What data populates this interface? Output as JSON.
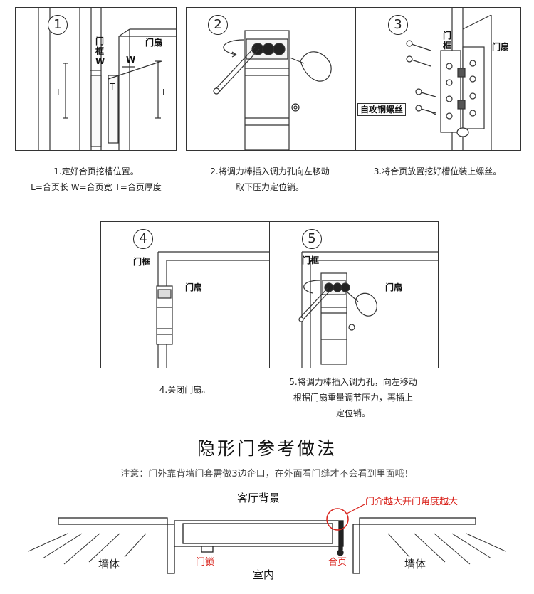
{
  "steps": [
    {
      "num": "1",
      "caption_lines": [
        "1.定好合页挖槽位置。",
        "L=合页长  W=合页宽  T=合页厚度"
      ],
      "labels": {
        "frame": "门框",
        "door": "门扇",
        "w1": "W",
        "w2": "W",
        "t": "T",
        "l1": "L",
        "l2": "L"
      }
    },
    {
      "num": "2",
      "caption_lines": [
        "2.将调力棒插入调力孔向左移动",
        "取下压力定位销。"
      ]
    },
    {
      "num": "3",
      "caption_lines": [
        "3.将合页放置挖好槽位装上螺丝。"
      ],
      "labels": {
        "frame": "门框",
        "door": "门扇",
        "screw": "自攻钢螺丝"
      }
    },
    {
      "num": "4",
      "caption_lines": [
        "4.关闭门扇。"
      ],
      "labels": {
        "frame": "门框",
        "door": "门扇"
      }
    },
    {
      "num": "5",
      "caption_lines": [
        "5.将调力棒插入调力孔，向左移动",
        "根据门扇重量调节压力，再插上",
        "定位销。"
      ],
      "labels": {
        "frame": "门框",
        "door": "门扇"
      }
    }
  ],
  "section": {
    "title": "隐形门参考做法",
    "note": "注意：门外靠背墙门套需做3边企口，在外面看门缝才不会看到里面哦！"
  },
  "plan": {
    "living": "客厅背景",
    "wall_left": "墙体",
    "wall_right": "墙体",
    "lock": "门锁",
    "indoor": "室内",
    "hinge": "合页",
    "callout": "门介越大开门角度越大"
  },
  "colors": {
    "accent": "#d9231c",
    "line": "#333333"
  }
}
